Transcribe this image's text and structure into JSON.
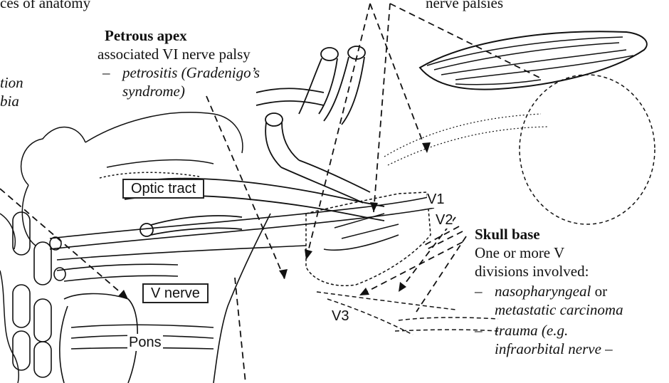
{
  "top_fragments": {
    "top_left": "ces of anatomy",
    "top_right": "nerve palsies"
  },
  "petrous_apex": {
    "heading": "Petrous apex",
    "line1": "associated VI nerve palsy",
    "dash": "–",
    "cause_line1": "petrositis (Gradenigo’s",
    "cause_line2": "syndrome)"
  },
  "left_edge": {
    "line1": "tion",
    "line2": "bia"
  },
  "anatomy_labels": {
    "optic_tract": "Optic tract",
    "v_nerve": "V nerve",
    "pons": "Pons",
    "v1": "V1",
    "v2": "V2",
    "v3": "V3"
  },
  "skull_base": {
    "heading": "Skull base",
    "line1": "One or more V",
    "line2": "divisions involved:",
    "dash": "–",
    "item1_italic": "nasopharyngeal",
    "item1_plain": " or",
    "item1_line2": "metastatic carcinoma",
    "item2_line1": "trauma (e.g.",
    "item2_line2": "infraorbital nerve –"
  },
  "colors": {
    "ink": "#111111",
    "paper": "#ffffff"
  }
}
